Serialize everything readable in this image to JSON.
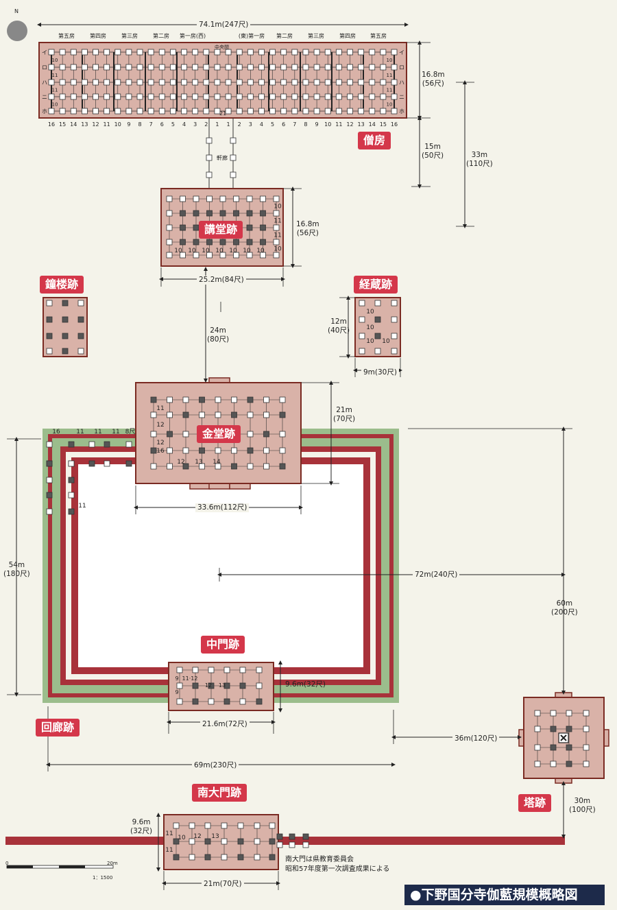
{
  "title": "●下野国分寺伽藍規模概略図",
  "north": "N",
  "buildings": {
    "soubou": "僧房",
    "koudou": "講堂跡",
    "shourou": "鐘楼跡",
    "kyouzou": "経蔵跡",
    "kondou": "金堂跡",
    "chuumon": "中門跡",
    "kairou": "回廊跡",
    "tou": "塔跡",
    "nandaimon": "南大門跡"
  },
  "dimensions": {
    "d1": "74.1m(247尺)",
    "d2a": "16.8m",
    "d2b": "(56尺)",
    "d3a": "15m",
    "d3b": "(50尺)",
    "d4a": "33m",
    "d4b": "(110尺)",
    "d5a": "16.8m",
    "d5b": "(56尺)",
    "d6": "25.2m(84尺)",
    "d7a": "24m",
    "d7b": "(80尺)",
    "d8a": "12m",
    "d8b": "(40尺)",
    "d9": "9m(30尺)",
    "d10a": "21m",
    "d10b": "(70尺)",
    "d11": "33.6m(112尺)",
    "d12a": "54m",
    "d12b": "(180尺)",
    "d13": "72m(240尺)",
    "d14a": "60m",
    "d14b": "(200尺)",
    "d15": "9.6m(32尺)",
    "d16": "21.6m(72尺)",
    "d17": "36m(120尺)",
    "d18": "69m(230尺)",
    "d19a": "30m",
    "d19b": "(100尺)",
    "d20a": "9.6m",
    "d20b": "(32尺)",
    "d21": "21m(70尺)"
  },
  "soubou_labels": {
    "rooms": [
      "第五房",
      "第四房",
      "第三房",
      "第二房",
      "第一房(西)",
      "(東)第一房",
      "第二房",
      "第三房",
      "第四房",
      "第五房"
    ],
    "center": "中央間",
    "rows_left": [
      "イ",
      "ロ",
      "ハ",
      "ニ",
      "ホ"
    ],
    "rows_right": [
      "イ",
      "ロ",
      "ハ",
      "ニ",
      "ホ"
    ],
    "nums_left": [
      "16",
      "15",
      "14",
      "13",
      "12",
      "11",
      "10",
      "9",
      "8",
      "7",
      "6",
      "5",
      "4",
      "3",
      "2",
      "1"
    ],
    "nums_right": [
      "1",
      "2",
      "3",
      "4",
      "5",
      "6",
      "7",
      "8",
      "9",
      "10",
      "11",
      "12",
      "13",
      "14",
      "15",
      "16"
    ],
    "span_left": [
      "10",
      "11",
      "11",
      "10"
    ],
    "span_right": [
      "10",
      "11",
      "11",
      "10"
    ],
    "center_span": "21",
    "corridor": "軒廊"
  },
  "span_labels": {
    "koudou_right": [
      "10",
      "11",
      "11",
      "10"
    ],
    "koudou_bottom": [
      "10",
      "10",
      "10",
      "10",
      "10",
      "10",
      "10"
    ],
    "kyouzou": [
      "10",
      "10",
      "10",
      "10"
    ],
    "kondou_left": [
      "11",
      "12",
      "12",
      "16"
    ],
    "kondou_bottom": [
      "12",
      "13",
      "14"
    ],
    "kairou_top": [
      "16",
      "11",
      "11",
      "11",
      "8尺"
    ],
    "kairou_left": "11",
    "chuumon": [
      "9",
      "11·12",
      "12",
      "13",
      "9"
    ],
    "nandaimon": [
      "11",
      "10",
      "12",
      "13",
      "11"
    ]
  },
  "scale": {
    "zero": "0",
    "max": "20m",
    "ratio": "1：1500"
  },
  "note": [
    "南大門は県教育委員会",
    "昭和57年度第一次調査成果による"
  ]
}
